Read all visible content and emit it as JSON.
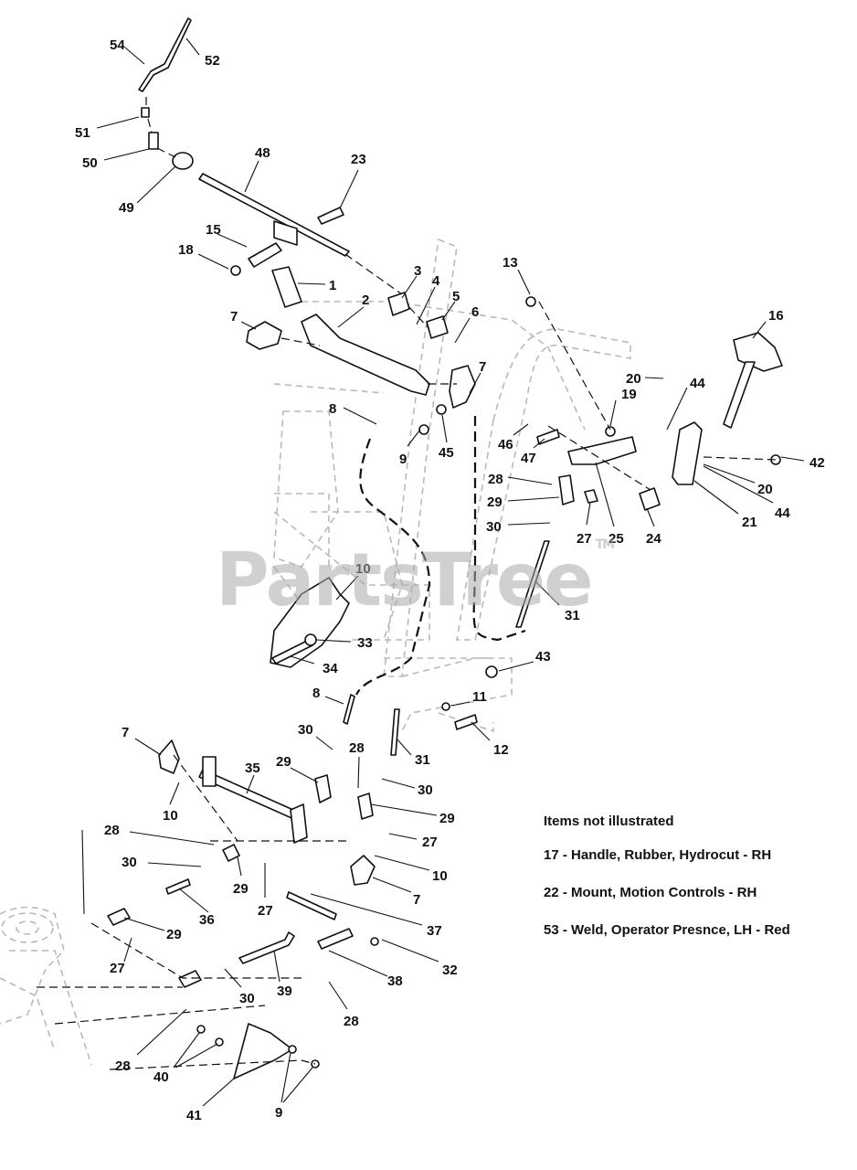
{
  "watermark": {
    "text": "PartsTree",
    "mark": "TM"
  },
  "notes": {
    "heading": "Items not illustrated",
    "items": [
      "17 - Handle, Rubber, Hydrocut - RH",
      "22 - Mount, Motion Controls - RH",
      "53 - Weld, Operator Presnce, LH - Red"
    ]
  },
  "callouts": {
    "c54": "54",
    "c52": "52",
    "c51": "51",
    "c50": "50",
    "c49": "49",
    "c48": "48",
    "c23": "23",
    "c15": "15",
    "c18": "18",
    "c1": "1",
    "c3": "3",
    "c4": "4",
    "c5": "5",
    "c6": "6",
    "c2": "2",
    "c7a": "7",
    "c7b": "7",
    "c13": "13",
    "c16": "16",
    "c20a": "20",
    "c44a": "44",
    "c19": "19",
    "c8a": "8",
    "c9a": "9",
    "c45": "45",
    "c46": "46",
    "c47": "47",
    "c42": "42",
    "c20b": "20",
    "c44b": "44",
    "c21": "21",
    "c28a": "28",
    "c29a": "29",
    "c30a": "30",
    "c27a": "27",
    "c25": "25",
    "c24": "24",
    "c31a": "31",
    "c10a": "10",
    "c33": "33",
    "c34": "34",
    "c43": "43",
    "c8b": "8",
    "c11": "11",
    "c12": "12",
    "c30b": "30",
    "c28b": "28",
    "c31b": "31",
    "c7c": "7",
    "c35": "35",
    "c29b": "29",
    "c30c": "30",
    "c29c": "29",
    "c10b": "10",
    "c27b": "27",
    "c10c": "10",
    "c28c": "28",
    "c30d": "30",
    "c29d": "29",
    "c27c": "27",
    "c7d": "7",
    "c36": "36",
    "c37": "37",
    "c29e": "29",
    "c27d": "27",
    "c32": "32",
    "c38": "38",
    "c30e": "30",
    "c39": "39",
    "c28d": "28",
    "c28e": "28",
    "c40": "40",
    "c41": "41",
    "c9b": "9"
  }
}
